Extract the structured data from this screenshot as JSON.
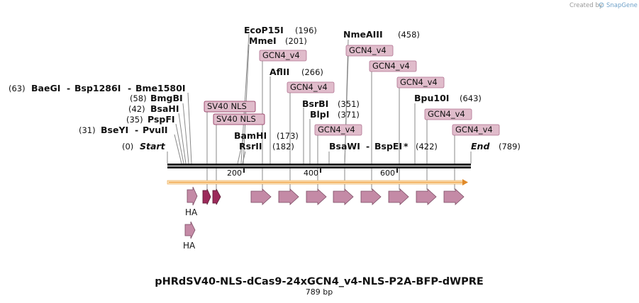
{
  "credit": {
    "prefix": "Created by",
    "brand": "SnapGene"
  },
  "map": {
    "title": "pHRdSV40-NLS-dCas9-24xGCN4_v4-NLS-P2A-BFP-dWPRE",
    "length_label": "789 bp",
    "start_pos": "(0)",
    "start_label": "Start",
    "end_label": "End",
    "end_pos": "(789)",
    "ticks": [
      "200",
      "400",
      "600"
    ]
  },
  "enzymes": {
    "ecop15i": "EcoP15I",
    "ecop15i_pos": "(196)",
    "mmei": "MmeI",
    "mmei_pos": "(201)",
    "nmeaiii": "NmeAIII",
    "nmeaiii_pos": "(458)",
    "aflii": "AflII",
    "aflii_pos": "(266)",
    "baegi_pos": "(63)",
    "baegi": "BaeGI",
    "bsp1286i": "Bsp1286I",
    "bme1580i": "Bme1580I",
    "bmgbi_pos": "(58)",
    "bmgbi": "BmgBI",
    "bsahi_pos": "(42)",
    "bsahi": "BsaHI",
    "pspfi_pos": "(35)",
    "pspfi": "PspFI",
    "bseyi_pos": "(31)",
    "bseyi": "BseYI",
    "pvuii": "PvuII",
    "bsrbi": "BsrBI",
    "bsrbi_pos": "(351)",
    "blpi": "BlpI",
    "blpi_pos": "(371)",
    "bpu10i": "Bpu10I",
    "bpu10i_pos": "(643)",
    "bamhi": "BamHI",
    "bamhi_pos": "(173)",
    "rsrii": "RsrII",
    "rsrii_pos": "(182)",
    "bsawi": "BsaWI",
    "bspei": "BspEI",
    "bspei_mark": "*",
    "bspei_pos": "(422)"
  },
  "features": {
    "gcn4": "GCN4_v4",
    "sv40_nls": "SV40 NLS"
  },
  "annotations": {
    "ha": "HA"
  },
  "colors": {
    "feature_fill": "#e0bccb",
    "arrow_fill": "#c48aa6",
    "nls_arrow": "#9c2a5a",
    "orf_bar": "#f0a040"
  }
}
